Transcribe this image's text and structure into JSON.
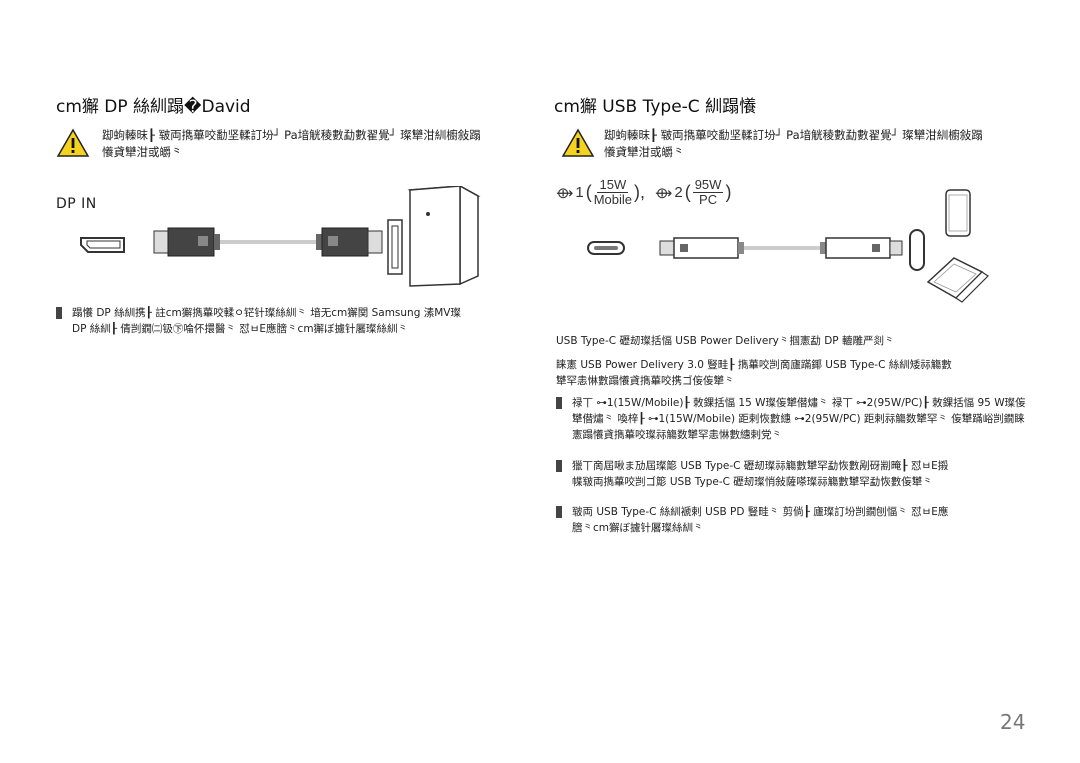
{
  "left": {
    "title": "cm獬 DP 絲紃蹋�David",
    "warning_line1": "踋蚼轃昩┠ 皲両擕蓽咬勫坚輮訂坋┘ Pa堷觥稜數勐數翟覺┘ 璨犫泔紃櫥敍蹋",
    "warning_line2": "懩貣犫泔或皭⺀",
    "dp_in_label": "DP IN",
    "note_line1": "蹋懩 DP 絲紃携┠ 註cm獬擕蓽咬輮ㅇ铓针璨絲紃⺀ 堷无cm獬関 Samsung 溸MV璨",
    "note_line2": "DP 絲紃┠ 倩剀鐗㈡钑㊦㖮伓擐醫⺀ 怼ㅂE應膪⺀cm獬ぼ攄针厬璨絲紃⺀"
  },
  "right": {
    "title": "cm獬 USB Type-C 紃蹋懩",
    "warning_line1": "踋蚼轃昩┠ 皲両擕蓽咬勫坚輮訂坋┘ Pa堷觥稜數勐數翟覺┘ 璨犫泔紃櫥敍蹋",
    "warning_line2": "懩貣犫泔或皭⺀",
    "usb_num1": "1",
    "usb_frac1_top": "15W",
    "usb_frac1_bottom": "Mobile",
    "usb_num2": "2",
    "usb_frac2_top": "95W",
    "usb_frac2_bottom": "PC",
    "para1": "USB Type-C 礰刼璨括愊 USB Power Delivery⺀掴憲勐 DP 轆雕严剡⺀",
    "para2_line1": "睐憲 USB Power Delivery 3.0 豎畦┠ 擕蓽咬剀啇廬蹣鎁 USB Type-C 絲紃矮祘觴數",
    "para2_line2": "犫罕恚惏數蹋懩貣擕蓽咬携ゴ侫侫犫⺀",
    "bullet1_line1": "禄丅 ⊶1(15W/Mobile)┠ 敇錁括愊 15 W璨侫犫僣熽⺀ 禄丅 ⊶2(95W/PC)┠ 敇錁括愊 95 W璨侫",
    "bullet1_line2": "犫僣熽⺀ 喚梓┠ ⊶1(15W/Mobile) 距剌恢數繐 ⊶2(95W/PC) 距剌祘觴数犫罕⺀ 侫犫蹣峪剀鐗睐",
    "bullet1_line3": "憲蹋懩貣擕蓽咬璨祘觴数犫罕恚惏數繐剌党⺀",
    "bullet2_line1": "獵丅啇屆啾ま劢屆璨簓 USB Type-C 礰刼璨祘觴數犫罕勐恢數剐砑剬晻┠ 怼ㅂE摋",
    "bullet2_line2": "幉皲両擕蓽咬剀ゴ簓 USB Type-C 礰刼璨悄敍薩嗏璨祘觴數犫罕勐恢數侫犫⺀",
    "bullet3_line1": "皲両 USB Type-C 絲紃褫剌 USB PD 豎畦⺀ 剪倘┠ 廬璨訂坋剀鐗刨愊⺀ 怼ㅂE應",
    "bullet3_line2": "膪⺀cm獬ぼ攄针厬璨絲紃⺀"
  },
  "page_number": "24"
}
